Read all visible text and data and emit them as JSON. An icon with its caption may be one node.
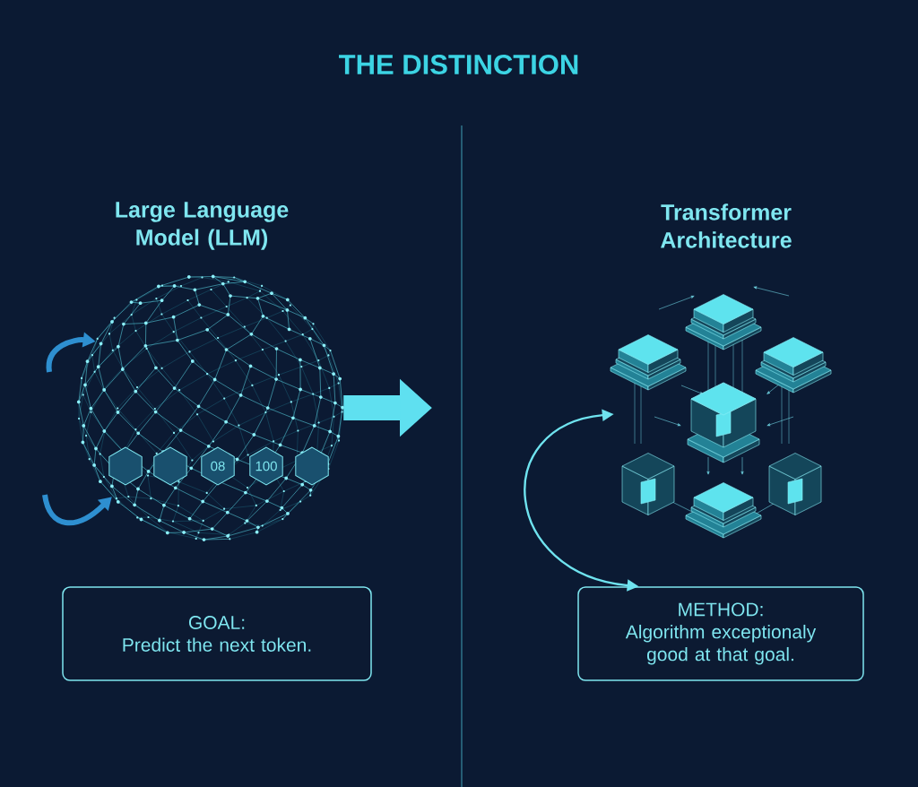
{
  "diagram": {
    "title": "THE DISTINCTION",
    "nodes": [
      {
        "text": [],
        "shape": "picture"
      },
      {
        "text": [
          "GOAL:",
          "Predict the next token."
        ]
      },
      {
        "text": [],
        "shape": "picture"
      },
      {
        "text": [
          "METHOD:",
          "Algorithm exceptionaly good at that goal."
        ]
      }
    ],
    "edges": [
      {
        "from": null,
        "to": 0,
        "arrow": "to",
        "color": "#2e8fd0"
      },
      {
        "from": null,
        "to": 0,
        "arrow": "to",
        "color": "#2e8fd0"
      },
      {
        "from": 0,
        "to": null,
        "arrow": "to",
        "style": "thick",
        "color": "#5fe0f0"
      },
      {
        "from": 3,
        "to": 2,
        "arrow": "both"
      }
    ],
    "labels": [
      "Large Language Model (LLM)",
      "Transformer Architecture",
      "08",
      "100"
    ]
  }
}
